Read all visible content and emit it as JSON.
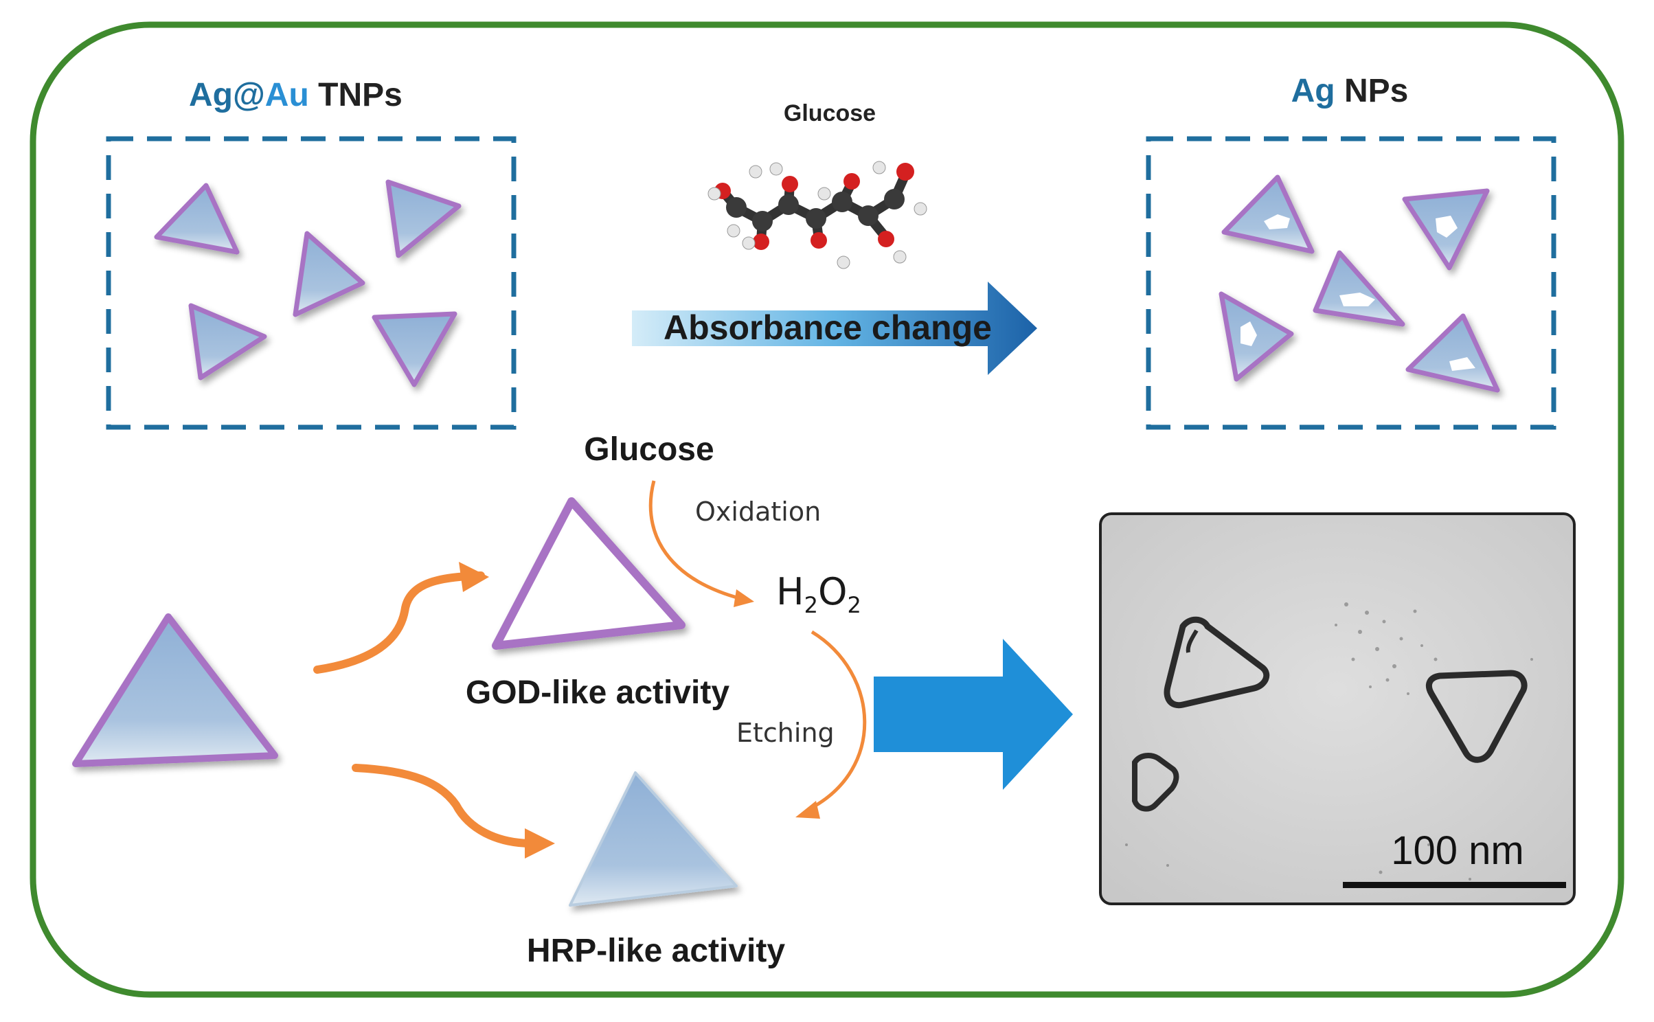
{
  "colors": {
    "border": "#3f8a2e",
    "dash_box": "#1f6e9e",
    "ag_blue": "#1f6e9e",
    "au_blue": "#2a8fd4",
    "arrow_orange": "#f28a3a",
    "arrow_blue": "#1f8fd8",
    "triangle_fill": "#a9c3df",
    "triangle_edge": "#a873c4",
    "text_dark": "#222222"
  },
  "top_left": {
    "title_ag": "Ag",
    "title_at": "@",
    "title_au": "Au",
    "title_rest": " TNPs"
  },
  "top_middle": {
    "molecule_label": "Glucose",
    "arrow_label": "Absorbance change"
  },
  "top_right": {
    "title_ag": "Ag",
    "title_rest": " NPs"
  },
  "bottom": {
    "glucose_label": "Glucose",
    "oxidation_label": "Oxidation",
    "h2o2": {
      "h": "H",
      "sub1": "2",
      "o": "O",
      "sub2": "2"
    },
    "god_label": "GOD-like activity",
    "etching_label": "Etching",
    "hrp_label": "HRP-like activity"
  },
  "tem": {
    "scale_label": "100 nm"
  }
}
